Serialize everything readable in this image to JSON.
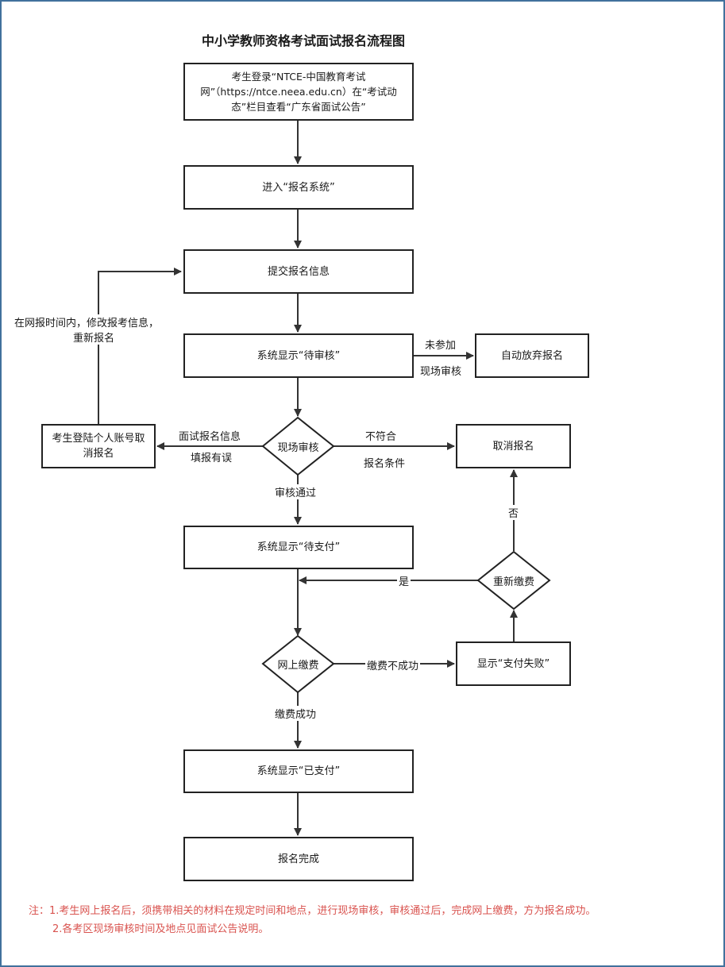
{
  "title": "中小学教师资格考试面试报名流程图",
  "nodes": {
    "login": "考生登录“NTCE-中国教育考试网”（https://ntce.neea.edu.cn）在“考试动态”栏目查看“广东省面试公告”",
    "enter_system": "进入“报名系统”",
    "submit_info": "提交报名信息",
    "pending_review": "系统显示“待审核”",
    "auto_abandon": "自动放弃报名",
    "onsite_review": "现场审核",
    "cancel_personal": "考生登陆个人账号取消报名",
    "cancel": "取消报名",
    "pending_payment": "系统显示“待支付”",
    "repay": "重新缴费",
    "online_payment": "网上缴费",
    "payment_failed": "显示“支付失败”",
    "paid": "系统显示“已支付”",
    "done": "报名完成"
  },
  "edge_labels": {
    "modify_1": "在网报时间内，修改报考信息，",
    "modify_2": "重新报名",
    "not_attend_1": "未参加",
    "not_attend_2": "现场审核",
    "info_error_1": "面试报名信息",
    "info_error_2": "填报有误",
    "not_qualified_1": "不符合",
    "not_qualified_2": "报名条件",
    "review_passed": "审核通过",
    "no": "否",
    "yes": "是",
    "pay_fail": "缴费不成功",
    "pay_success": "缴费成功"
  },
  "notes": {
    "line1": "注：1.考生网上报名后，须携带相关的材料在规定时间和地点，进行现场审核，审核通过后，完成网上缴费，方为报名成功。",
    "line2": "2.各考区现场审核时间及地点见面试公告说明。"
  },
  "colors": {
    "border": "#41719c",
    "note": "#d9534f",
    "line": "#333333"
  }
}
